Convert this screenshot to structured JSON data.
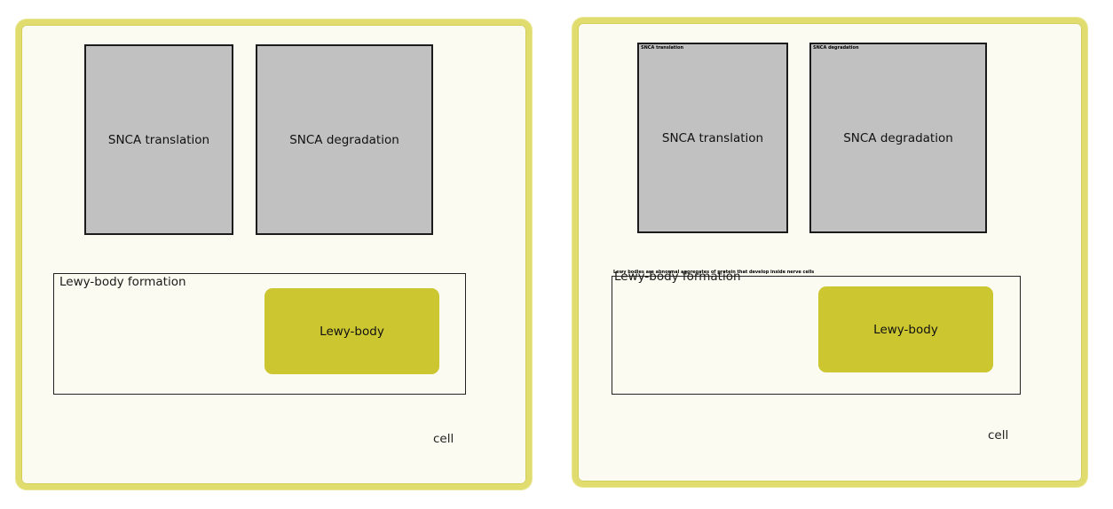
{
  "colors": {
    "cell_border": "#e0dc6e",
    "cell_fill": "#fbfbf1",
    "process_fill": "#c1c1c1",
    "process_border": "#1b1b1b",
    "lewy_body_fill": "#ccc631",
    "pathway_border": "#222222"
  },
  "left_panel": {
    "process_boxes": [
      "SNCA translation",
      "SNCA degradation"
    ],
    "pathway_box": {
      "label": "Lewy-body formation",
      "inner_box_label": "Lewy-body"
    },
    "cell_label": "cell"
  },
  "right_panel": {
    "process_boxes": [
      "SNCA translation",
      "SNCA degradation"
    ],
    "process_box_overlays": [
      "SNCA translation",
      "SNCA degradation"
    ],
    "pathway_box": {
      "label": "Lewy-body formation",
      "inner_box_label": "Lewy-body",
      "overlay_text": "Lewy bodies are abnormal aggregates of protein that develop inside nerve cells"
    },
    "cell_label": "cell"
  }
}
